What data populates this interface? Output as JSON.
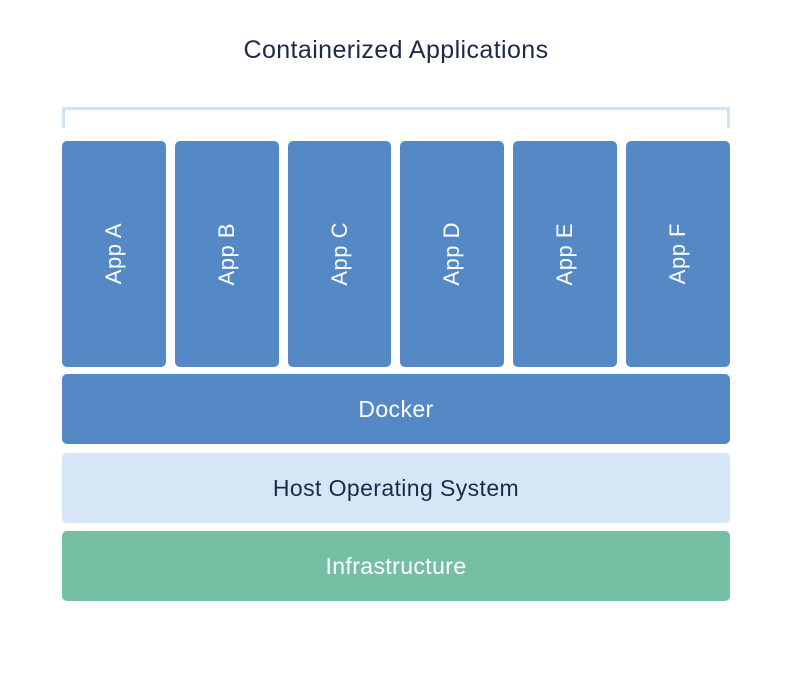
{
  "title": "Containerized Applications",
  "apps": [
    "App A",
    "App B",
    "App C",
    "App D",
    "App E",
    "App F"
  ],
  "layers": {
    "docker": {
      "label": "Docker"
    },
    "host_os": {
      "label": "Host Operating System"
    },
    "infrastructure": {
      "label": "Infrastructure"
    }
  },
  "colors": {
    "container_blue": "#5589c6",
    "bracket_light_blue": "#d3e3f5",
    "host_os_light_blue": "#d7e6f7",
    "infrastructure_green": "#75bfa3",
    "title_navy": "#1d2a44",
    "background": "#ffffff"
  }
}
